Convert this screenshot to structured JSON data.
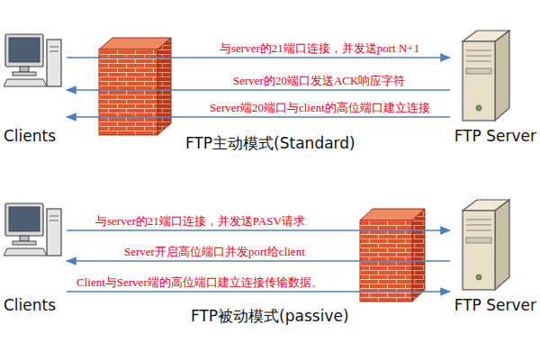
{
  "diagram": {
    "nodes": [
      {
        "text": [
          "Clients"
        ]
      },
      {
        "text": [
          "FTP Server"
        ]
      },
      {
        "text": [
          "Clients"
        ]
      },
      {
        "text": [
          "FTP Server"
        ]
      }
    ],
    "edges": [
      {
        "from": 0,
        "to": 1,
        "arrow": "to",
        "label": "与server的21端口连接，并发送port N+1"
      },
      {
        "from": 1,
        "to": 0,
        "arrow": "to",
        "label": "Server的20端口发送ACK响应字符"
      },
      {
        "from": 1,
        "to": 0,
        "arrow": "to",
        "label": "Server端20端口与client的高位端口建立连接"
      },
      {
        "from": 2,
        "to": 3,
        "arrow": "to",
        "label": "与server的21端口连接，并发送PASV请求"
      },
      {
        "from": 3,
        "to": 2,
        "arrow": "to",
        "label": "Server开启高位端口并发port给client"
      },
      {
        "from": 2,
        "to": 3,
        "arrow": "to",
        "label": "Client与Server端的高位端口建立连接传输数据。"
      }
    ],
    "labels": [
      "FTP主动模式(Standard)",
      "FTP被动模式(passive)"
    ]
  }
}
